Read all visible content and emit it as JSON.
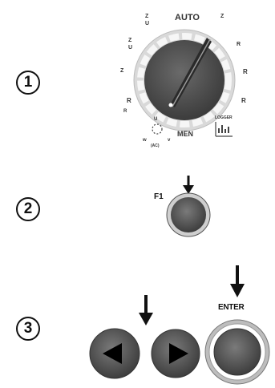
{
  "steps": [
    {
      "number": "1"
    },
    {
      "number": "2"
    },
    {
      "number": "3"
    }
  ],
  "dial": {
    "labels": {
      "auto": "AUTO",
      "men": "MEN",
      "logger": "LOGGER",
      "zsub_top": "Z",
      "uzero": "U",
      "zk": "Z",
      "rx": "R",
      "rk": "R",
      "riso": "R",
      "rd": "R",
      "rx_low": "R",
      "u_acdc": "(AC)"
    }
  },
  "buttons": {
    "f1_label": "F1",
    "enter_label": "ENTER"
  },
  "icons": {
    "left": "triangle-left-icon",
    "right": "triangle-right-icon",
    "arrow": "down-arrow-icon"
  }
}
